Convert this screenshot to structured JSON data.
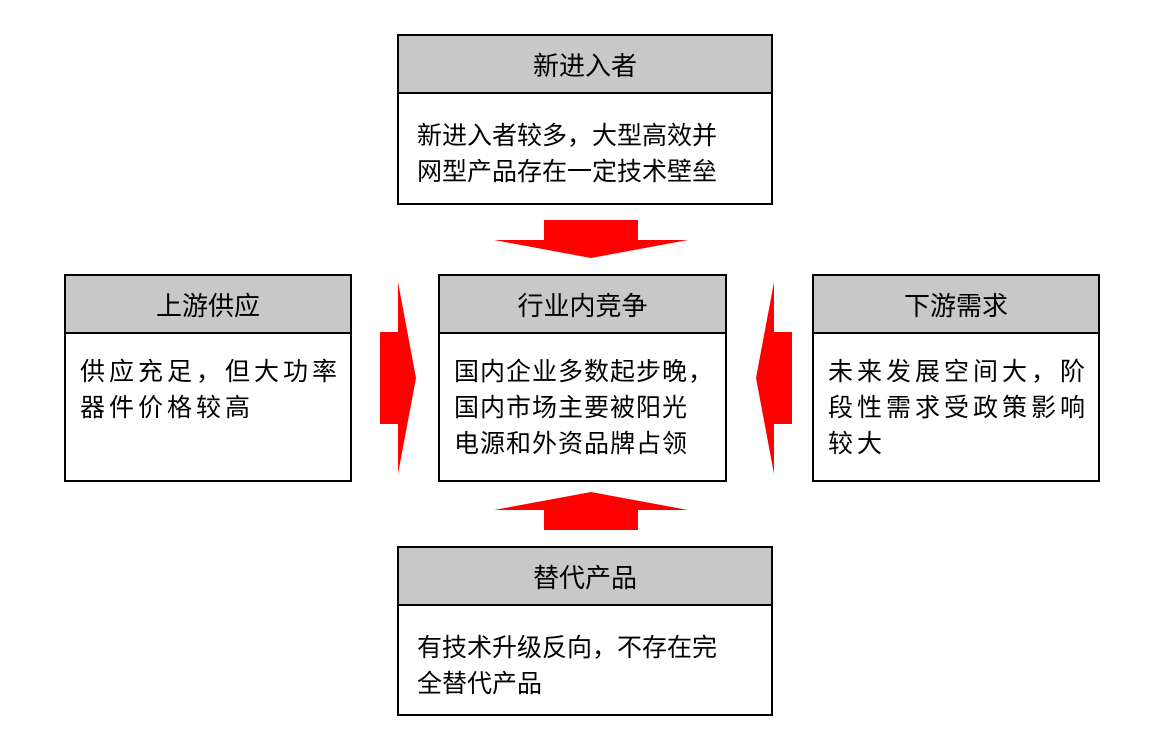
{
  "new_entrants": {
    "title": "新进入者",
    "text": "新进入者较多，大型高效并\n网型产品存在一定技术壁垒"
  },
  "upstream": {
    "title": "上游供应",
    "text": "供应充足，但大功率\n器件价格较高"
  },
  "rivalry": {
    "title": "行业内竞争",
    "text": "国内企业多数起步晚，\n国内市场主要被阳光\n电源和外资品牌占领"
  },
  "downstream": {
    "title": "下游需求",
    "text": "未来发展空间大，阶\n段性需求受政策影响\n较大"
  },
  "substitutes": {
    "title": "替代产品",
    "text": "有技术升级反向，不存在完\n全替代产品"
  },
  "colors": {
    "arrow": "#ff0000",
    "header": "#c8c8c8",
    "border": "#000000"
  }
}
